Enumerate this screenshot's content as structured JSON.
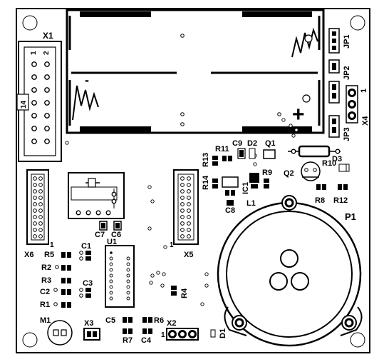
{
  "board": {
    "connectors": {
      "x1": {
        "ref": "X1",
        "pin1": "1",
        "pin2": "2",
        "marker": "14"
      },
      "x5": {
        "ref": "X5",
        "pin1": "1"
      },
      "x6": {
        "ref": "X6",
        "pin1": "1"
      },
      "x2": {
        "ref": "X2",
        "pin1": "1"
      },
      "x3": {
        "ref": "X3"
      },
      "x4": {
        "ref": "X4",
        "pin1": "1"
      }
    },
    "jumpers": {
      "jp1": "JP1",
      "jp2": "JP2",
      "jp3": "JP3"
    },
    "battery": {
      "minus": "-",
      "plus": "+"
    },
    "ics": {
      "u1": "U1",
      "ic1": "IC1"
    },
    "transistors": {
      "q1": "Q1",
      "q2": "Q2"
    },
    "diodes": {
      "d1": "D1",
      "d2": "D2",
      "d3": "D3"
    },
    "inductors": {
      "l1": "L1"
    },
    "motor": {
      "m1": "M1"
    },
    "speaker": {
      "p1": "P1"
    },
    "resistors": {
      "r1": "R1",
      "r2": "R2",
      "r3": "R3",
      "r4": "R4",
      "r5": "R5",
      "r6": "R6",
      "r7": "R7",
      "r8": "R8",
      "r9": "R9",
      "r10": "R10",
      "r11": "R11",
      "r12": "R12",
      "r13": "R13",
      "r14": "R14"
    },
    "capacitors": {
      "c1": "C1",
      "c2": "C2",
      "c3": "C3",
      "c4": "C4",
      "c5": "C5",
      "c6": "C6",
      "c7": "C7",
      "c8": "C8",
      "c9": "C9"
    },
    "colors": {
      "background": "#ffffff",
      "ink": "#000000",
      "copper": "#000000"
    }
  }
}
